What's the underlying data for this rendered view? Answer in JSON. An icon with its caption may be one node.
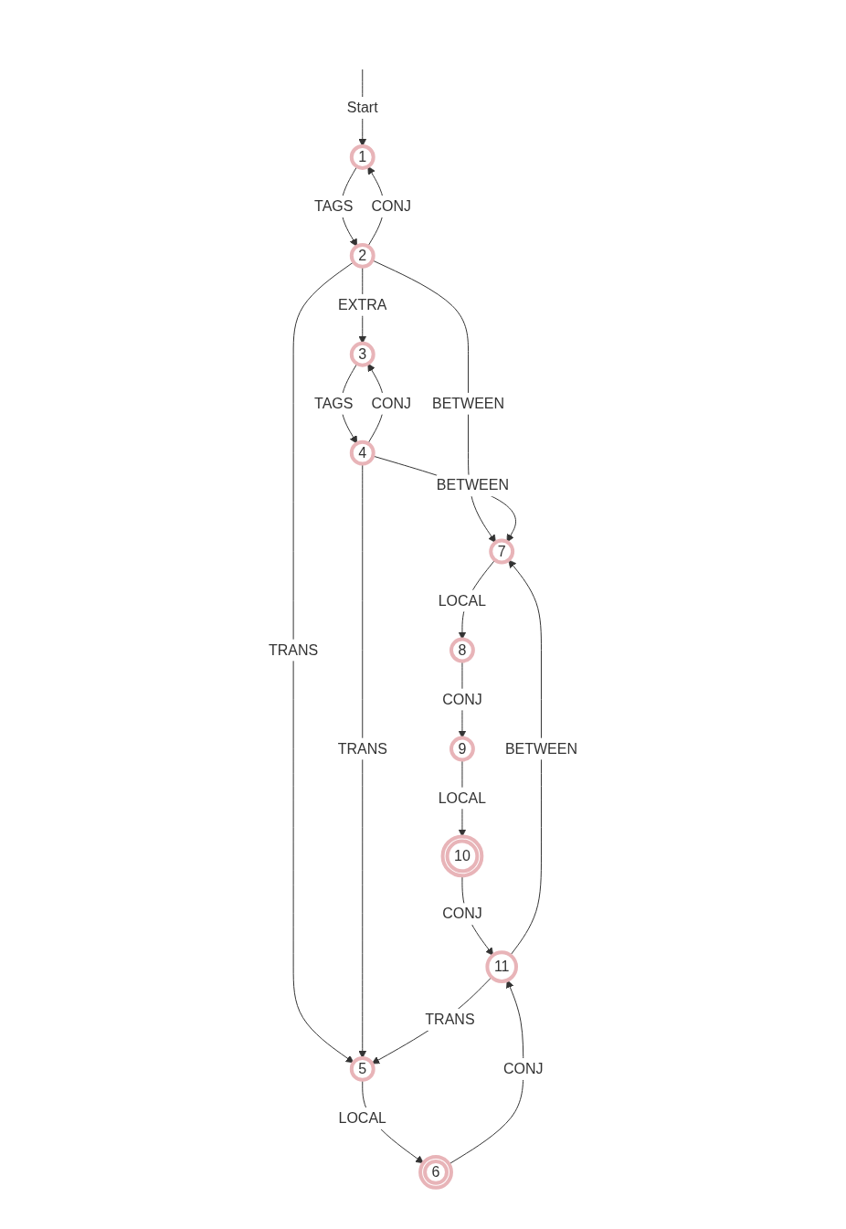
{
  "diagram": {
    "nodes": [
      {
        "text": [
          "1"
        ]
      },
      {
        "text": [
          "2"
        ]
      },
      {
        "text": [
          "3"
        ]
      },
      {
        "text": [
          "4"
        ]
      },
      {
        "text": [
          "5"
        ]
      },
      {
        "text": [
          "6"
        ]
      },
      {
        "text": [
          "7"
        ]
      },
      {
        "text": [
          "8"
        ]
      },
      {
        "text": [
          "9"
        ]
      },
      {
        "text": [
          "10"
        ]
      },
      {
        "text": [
          "11"
        ]
      }
    ],
    "edges": [
      {
        "from": null,
        "to": 0,
        "arrow": "to",
        "label": "Start"
      },
      {
        "from": 0,
        "to": 1,
        "arrow": "to",
        "label": "TAGS"
      },
      {
        "from": 1,
        "to": 0,
        "arrow": "to",
        "label": "CONJ"
      },
      {
        "from": 1,
        "to": 2,
        "arrow": "to",
        "label": "EXTRA"
      },
      {
        "from": 1,
        "to": 6,
        "arrow": "to",
        "label": "BETWEEN"
      },
      {
        "from": 1,
        "to": 4,
        "arrow": "to",
        "label": "TRANS"
      },
      {
        "from": 2,
        "to": 3,
        "arrow": "to",
        "label": "TAGS"
      },
      {
        "from": 3,
        "to": 2,
        "arrow": "to",
        "label": "CONJ"
      },
      {
        "from": 3,
        "to": 6,
        "arrow": "to",
        "label": "BETWEEN"
      },
      {
        "from": 3,
        "to": 4,
        "arrow": "to",
        "label": "TRANS"
      },
      {
        "from": 6,
        "to": 7,
        "arrow": "to",
        "label": "LOCAL"
      },
      {
        "from": 7,
        "to": 8,
        "arrow": "to",
        "label": "CONJ"
      },
      {
        "from": 8,
        "to": 9,
        "arrow": "to",
        "label": "LOCAL"
      },
      {
        "from": 9,
        "to": 10,
        "arrow": "to",
        "label": "CONJ"
      },
      {
        "from": 4,
        "to": 5,
        "arrow": "to",
        "label": "LOCAL"
      },
      {
        "from": 5,
        "to": 10,
        "arrow": "to",
        "label": "CONJ"
      },
      {
        "from": 10,
        "to": 6,
        "arrow": "to",
        "label": "BETWEEN"
      },
      {
        "from": 10,
        "to": 4,
        "arrow": "to",
        "label": "TRANS"
      }
    ]
  }
}
